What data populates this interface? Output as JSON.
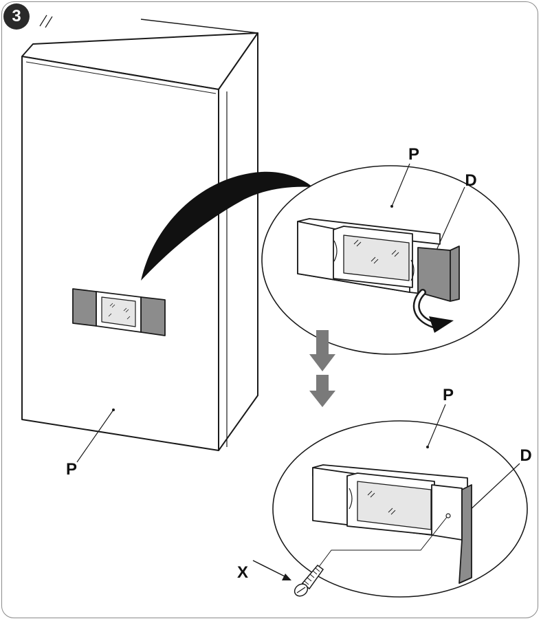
{
  "step": {
    "number": "3"
  },
  "labels": {
    "panel_main": "P",
    "panel_zoom_top": "P",
    "door_zoom_top": "D",
    "panel_zoom_bottom": "P",
    "door_zoom_bottom": "D",
    "screw": "X"
  },
  "colors": {
    "outline": "#1a1a1a",
    "grey_fill": "#8c8c8c",
    "arrow_grey": "#7a7a7a",
    "glass": "#e6e6e6"
  }
}
